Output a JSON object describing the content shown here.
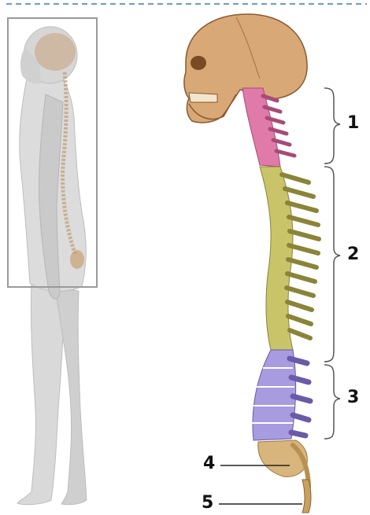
{
  "colors": {
    "border_dashed": "#6a9bd4",
    "frame": "#9a9a9a",
    "body": "#d9d9d9",
    "body_shade": "#b5b5b5",
    "skull": "#d9a877",
    "skull_shade": "#a8713f",
    "cervical": "#e07aa8",
    "thoracic": "#c9c46a",
    "lumbar": "#a99be0",
    "sacrum": "#d8b57c",
    "bracket": "#555555",
    "text": "#111111"
  },
  "labels": {
    "region_1": "1",
    "region_2": "2",
    "region_3": "3",
    "region_4": "4",
    "region_5": "5"
  }
}
